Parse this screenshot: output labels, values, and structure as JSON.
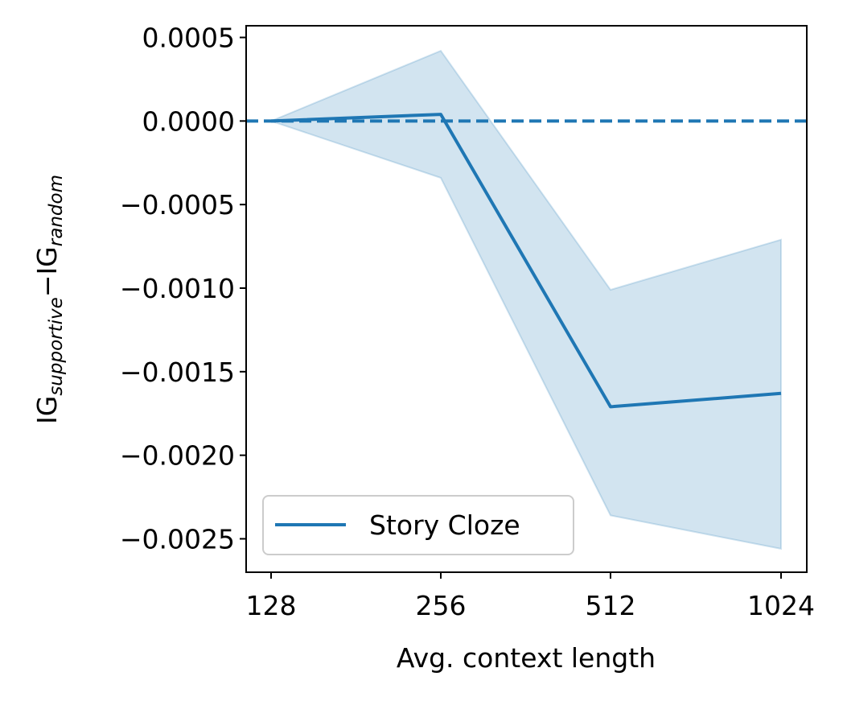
{
  "chart_data": {
    "type": "line",
    "x": [
      128,
      256,
      512,
      1024
    ],
    "x_tick_labels": [
      "128",
      "256",
      "512",
      "1024"
    ],
    "x_scale": "log2",
    "xlabel": "Avg. context length",
    "ylabel": {
      "base1": "IG",
      "sub1": "supportive",
      "operator": "−",
      "base2": "IG",
      "sub2": "random"
    },
    "yticks": [
      0.0005,
      0.0,
      -0.0005,
      -0.001,
      -0.0015,
      -0.002,
      -0.0025
    ],
    "ytick_labels": [
      "0.0005",
      "0.0000",
      "−0.0005",
      "−0.0010",
      "−0.0015",
      "−0.0020",
      "−0.0025"
    ],
    "ylim": [
      -0.0027,
      0.00057
    ],
    "series": [
      {
        "name": "Story Cloze",
        "values": [
          0.0,
          4e-05,
          -0.00171,
          -0.00163
        ],
        "ci_upper": [
          0.0,
          0.00042,
          -0.00101,
          -0.00071
        ],
        "ci_lower": [
          0.0,
          -0.00034,
          -0.00236,
          -0.00256
        ],
        "color": "#1f77b4"
      }
    ],
    "reference_line": {
      "y": 0.0,
      "style": "dashed",
      "color": "#1f77b4"
    },
    "legend": {
      "position": "lower-left"
    },
    "grid": false
  }
}
